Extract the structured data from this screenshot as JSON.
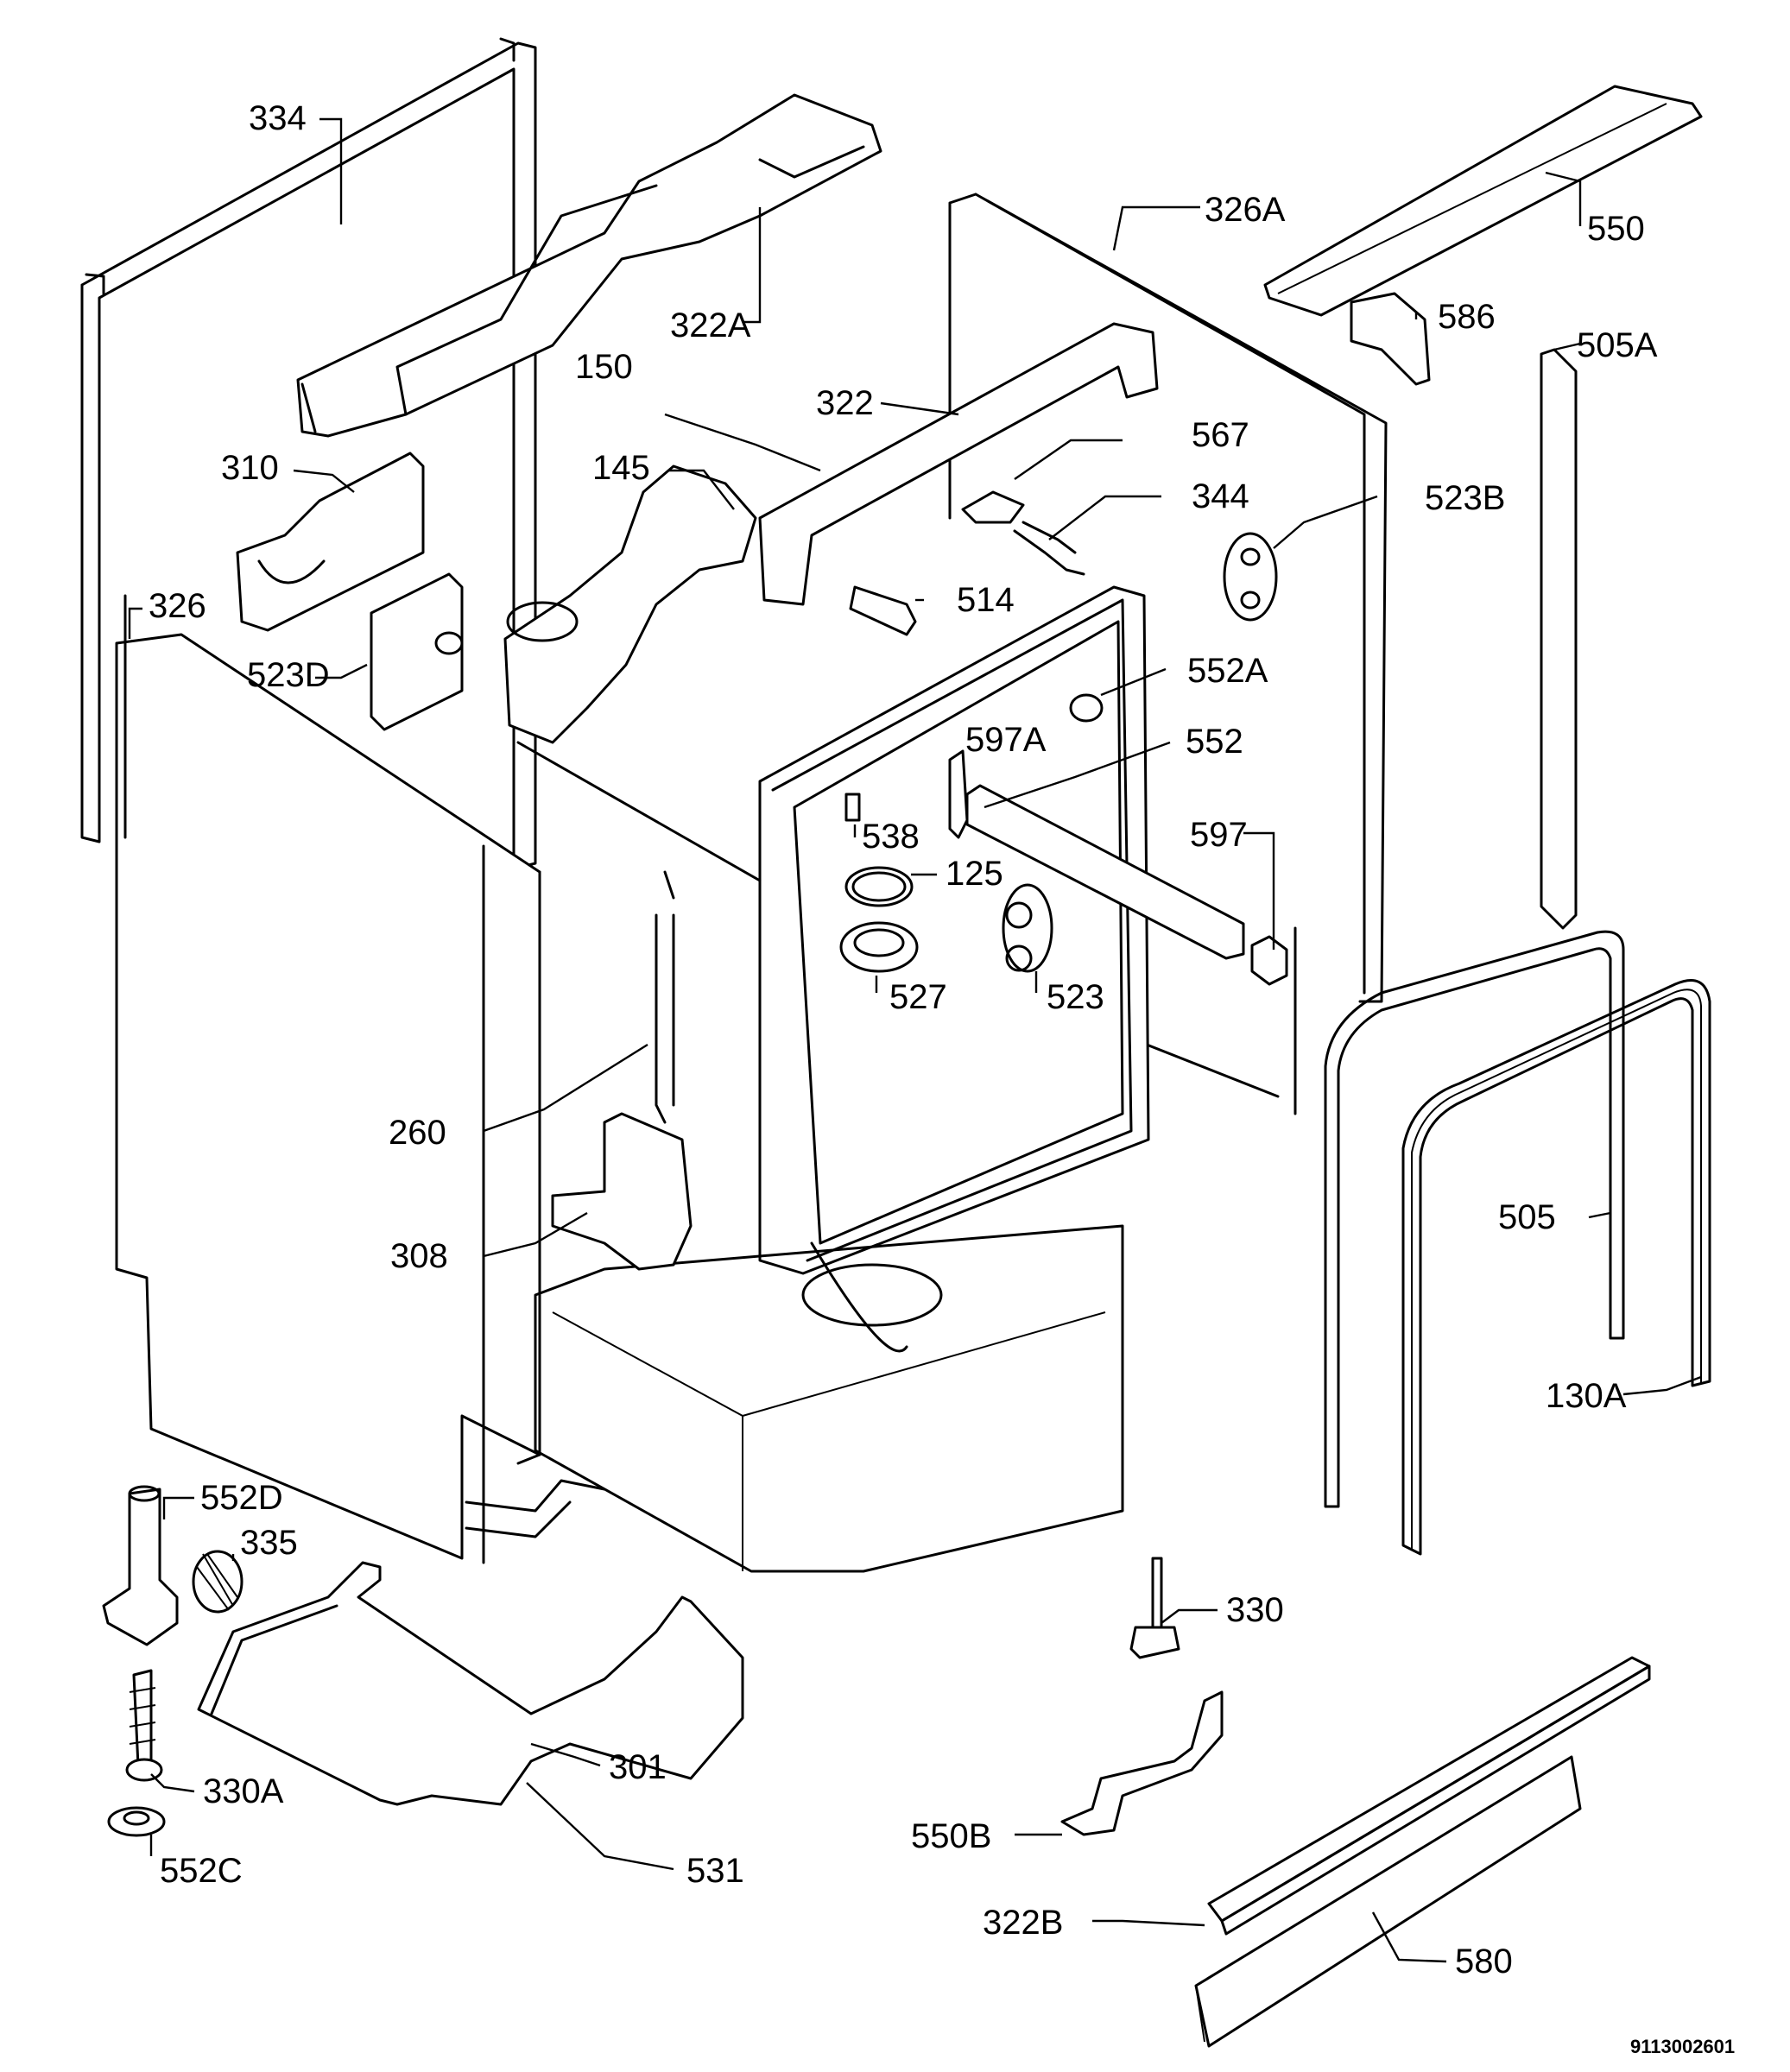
{
  "diagram": {
    "drawing_number": "9113002601",
    "labels": [
      {
        "id": "334",
        "text": "334"
      },
      {
        "id": "322a",
        "text": "322A"
      },
      {
        "id": "150",
        "text": "150"
      },
      {
        "id": "326a",
        "text": "326A"
      },
      {
        "id": "550",
        "text": "550"
      },
      {
        "id": "586",
        "text": "586"
      },
      {
        "id": "505a",
        "text": "505A"
      },
      {
        "id": "310",
        "text": "310"
      },
      {
        "id": "145",
        "text": "145"
      },
      {
        "id": "322",
        "text": "322"
      },
      {
        "id": "567",
        "text": "567"
      },
      {
        "id": "344",
        "text": "344"
      },
      {
        "id": "523b",
        "text": "523B"
      },
      {
        "id": "326",
        "text": "326"
      },
      {
        "id": "514",
        "text": "514"
      },
      {
        "id": "523d",
        "text": "523D"
      },
      {
        "id": "552a",
        "text": "552A"
      },
      {
        "id": "597a",
        "text": "597A"
      },
      {
        "id": "552",
        "text": "552"
      },
      {
        "id": "538",
        "text": "538"
      },
      {
        "id": "597",
        "text": "597"
      },
      {
        "id": "125",
        "text": "125"
      },
      {
        "id": "527",
        "text": "527"
      },
      {
        "id": "523",
        "text": "523"
      },
      {
        "id": "260",
        "text": "260"
      },
      {
        "id": "308",
        "text": "308"
      },
      {
        "id": "505",
        "text": "505"
      },
      {
        "id": "130a",
        "text": "130A"
      },
      {
        "id": "552d",
        "text": "552D"
      },
      {
        "id": "335",
        "text": "335"
      },
      {
        "id": "330",
        "text": "330"
      },
      {
        "id": "301",
        "text": "301"
      },
      {
        "id": "330a",
        "text": "330A"
      },
      {
        "id": "550b",
        "text": "550B"
      },
      {
        "id": "531",
        "text": "531"
      },
      {
        "id": "552c",
        "text": "552C"
      },
      {
        "id": "322b",
        "text": "322B"
      },
      {
        "id": "580",
        "text": "580"
      }
    ]
  }
}
